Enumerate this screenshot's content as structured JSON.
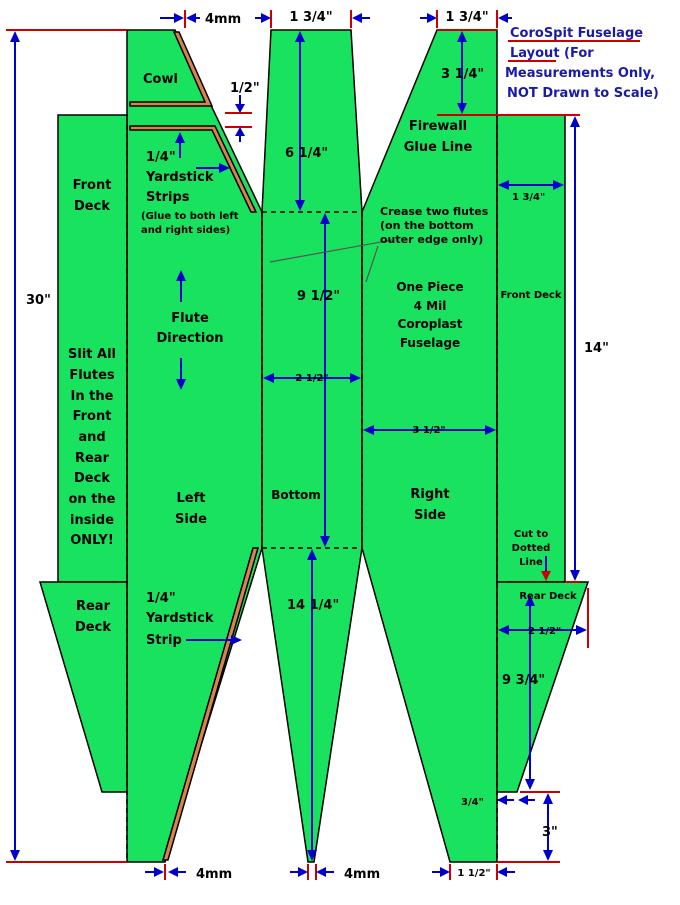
{
  "colors": {
    "panel": "#19e35e",
    "dimension": "#0000cc",
    "reference": "#cc0000",
    "strip": "#d9824b",
    "title": "#1a1aa8"
  },
  "title": {
    "line1": "CoroSpit Fuselage",
    "line2a": "Layout",
    "line2b": " (For",
    "line3": "Measurements Only,",
    "line4": "NOT Drawn to Scale)"
  },
  "labels": {
    "cowl": "Cowl",
    "front_deck_left_1": "Front",
    "front_deck_left_2": "Deck",
    "strips_1": "1/4\"",
    "strips_2": "Yardstick",
    "strips_3": "Strips",
    "glue_note_1": "(Glue to both left",
    "glue_note_2": "and right sides)",
    "flute_1": "Flute",
    "flute_2": "Direction",
    "slit_1": "Slit All",
    "slit_2": "Flutes",
    "slit_3": "In the",
    "slit_4": "Front",
    "slit_5": "and",
    "slit_6": "Rear",
    "slit_7": "Deck",
    "slit_8": "on the",
    "slit_9": "inside",
    "slit_10": "ONLY!",
    "left_side_1": "Left",
    "left_side_2": "Side",
    "bottom": "Bottom",
    "right_side_1": "Right",
    "right_side_2": "Side",
    "firewall_1": "Firewall",
    "firewall_2": "Glue Line",
    "crease_1": "Crease two flutes",
    "crease_2": "(on the bottom",
    "crease_3": "outer edge only)",
    "one_piece_1": "One Piece",
    "one_piece_2": "4 Mil",
    "one_piece_3": "Coroplast",
    "one_piece_4": "Fuselage",
    "front_deck_right": "Front Deck",
    "cut_1": "Cut to",
    "cut_2": "Dotted",
    "cut_3": "Line",
    "rear_deck_left_1": "Rear",
    "rear_deck_left_2": "Deck",
    "rear_deck_right": "Rear Deck",
    "strip_1": "1/4\"",
    "strip_2": "Yardstick",
    "strip_3": "Strip"
  },
  "dimensions": {
    "top_4mm": "4mm",
    "top_center": "1 3/4\"",
    "top_right": "1 3/4\"",
    "half_inch": "1/2\"",
    "right_top_length": "3 1/4\"",
    "center_top_length": "6 1/4\"",
    "right_width": "1 3/4\"",
    "center_bottom_length": "9 1/2\"",
    "bottom_width": "2 1/2\"",
    "right_side_width": "3 1/2\"",
    "overall_length": "30\"",
    "front_deck_length": "14\"",
    "center_tail_length": "14 1/4\"",
    "rear_deck_width": "2 1/2\"",
    "rear_deck_length": "9 3/4\"",
    "tail_tip": "3/4\"",
    "tail_offset": "3\"",
    "bottom_left_4mm": "4mm",
    "bottom_center_4mm": "4mm",
    "bottom_right": "1 1/2\""
  }
}
